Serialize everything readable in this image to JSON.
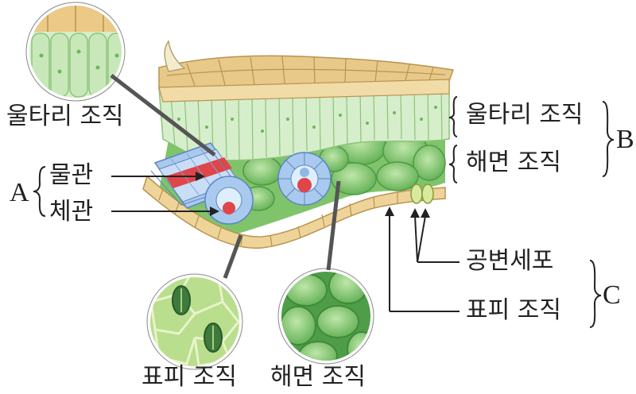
{
  "labels": {
    "palisade_left": "울타리 조직",
    "palisade_right": "울타리 조직",
    "spongy_right": "해면 조직",
    "xylem": "물관",
    "phloem": "체관",
    "guard_cell": "공변세포",
    "epidermis_right": "표피 조직",
    "epidermis_bottom": "표피 조직",
    "spongy_bottom": "해면 조직"
  },
  "letters": {
    "a": "A",
    "b": "B",
    "c": "C"
  },
  "colors": {
    "epidermis": "#ecd8a4",
    "palisade": "#cfe9c4",
    "spongy": "#8fcf7c",
    "xylem": "#8fb8e6",
    "phloem": "#e0454a"
  }
}
